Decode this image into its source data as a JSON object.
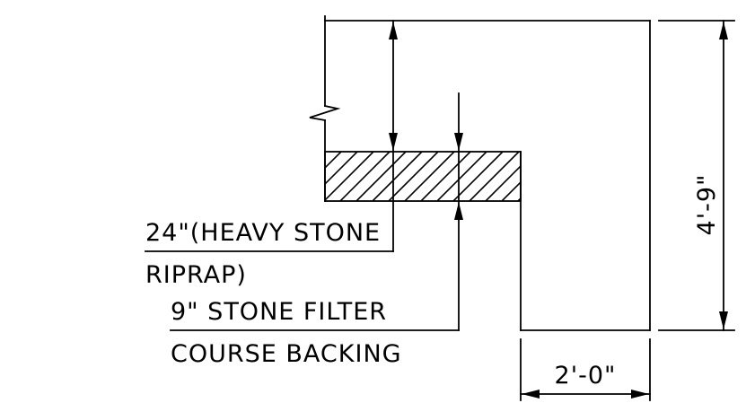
{
  "labels": {
    "riprap_line1": "24\"(HEAVY STONE",
    "riprap_line2": "RIPRAP)",
    "filter_line1": "9\" STONE FILTER",
    "filter_line2": "COURSE BACKING",
    "height_dimension": "4'-9\"",
    "width_dimension": "2'-0\""
  },
  "colors": {
    "line": "#000000",
    "background": "#ffffff"
  }
}
